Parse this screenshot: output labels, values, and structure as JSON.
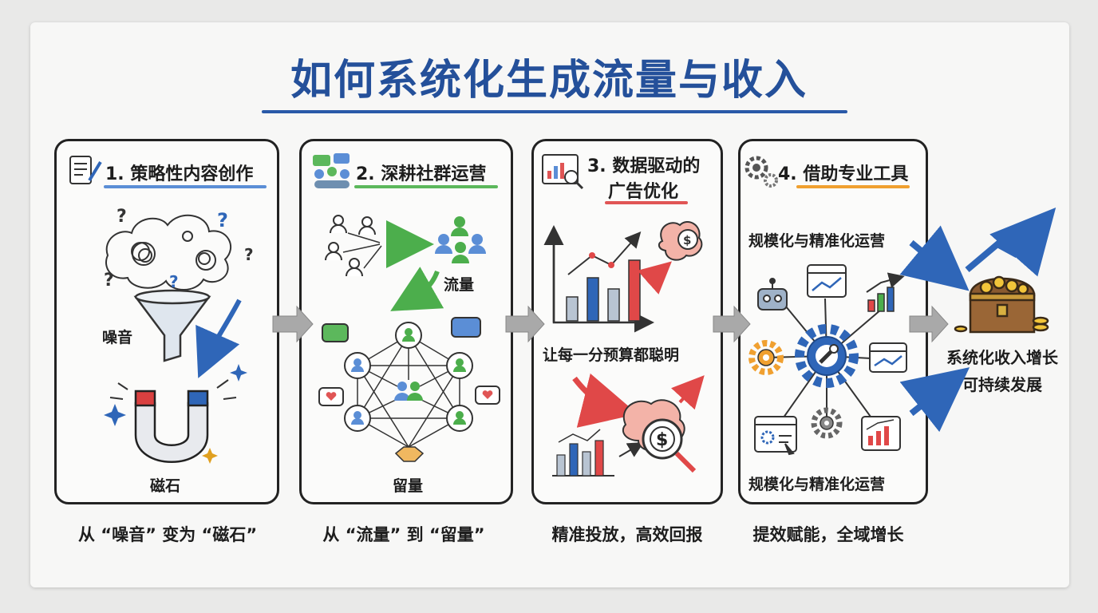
{
  "title": "如何系统化生成流量与收入",
  "steps": [
    {
      "title": "1. 策略性内容创作",
      "label_noise": "噪音",
      "label_magnet": "磁石",
      "caption": "从 “噪音” 变为 “磁石”"
    },
    {
      "title": "2. 深耕社群运营",
      "label_traffic": "流量",
      "label_retention": "留量",
      "caption": "从 “流量” 到 “留量”"
    },
    {
      "title_line1": "3. 数据驱动的",
      "title_line2": "广告优化",
      "slogan": "让每一分预算都聪明",
      "caption": "精准投放，高效回报"
    },
    {
      "title": "4. 借助专业工具",
      "label_top": "规模化与精准化运营",
      "label_bottom": "规模化与精准化运营",
      "caption": "提效赋能，全域增长"
    }
  ],
  "result": {
    "line1": "系统化收入增长",
    "line2": "可持续发展"
  },
  "colors": {
    "title": "#24509a",
    "underline1": "#5b8ed6",
    "underline2": "#5cb85c",
    "underline3": "#e05555",
    "underline4": "#f0a030"
  }
}
